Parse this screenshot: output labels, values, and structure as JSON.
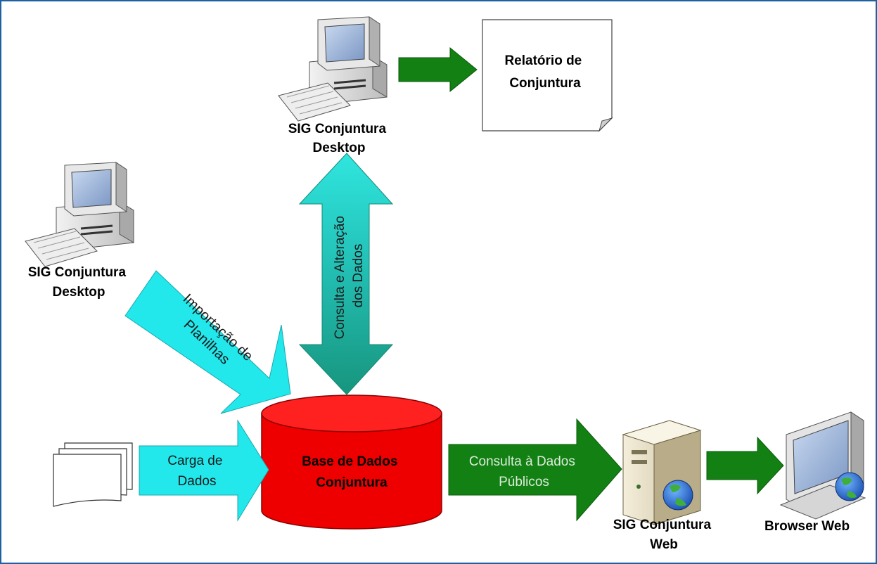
{
  "diagram": {
    "db_label": [
      "Base de Dados",
      "Conjuntura"
    ],
    "report_label": [
      "Relatório de",
      "Conjuntura"
    ],
    "desktop_top_label": [
      "SIG Conjuntura",
      "Desktop"
    ],
    "desktop_left_label": [
      "SIG Conjuntura",
      "Desktop"
    ],
    "web_server_label": [
      "SIG Conjuntura",
      "Web"
    ],
    "browser_label": "Browser Web",
    "arrow_load_label": [
      "Carga de",
      "Dados"
    ],
    "arrow_import_label": [
      "Importação de",
      "Planilhas"
    ],
    "arrow_query_alter_label": [
      "Consulta e Alteração",
      "dos Dados"
    ],
    "arrow_public_label": [
      "Consulta à Dados",
      "Públicos"
    ]
  },
  "colors": {
    "frame": "#1f5fa3",
    "db_fill": "#ee0000",
    "db_top": "#ff1a1a",
    "cyan_arrow": "#22e8ec",
    "teal_arrow_top": "#2fe3dd",
    "teal_arrow_bottom": "#199b80",
    "green_arrow": "#128012"
  }
}
